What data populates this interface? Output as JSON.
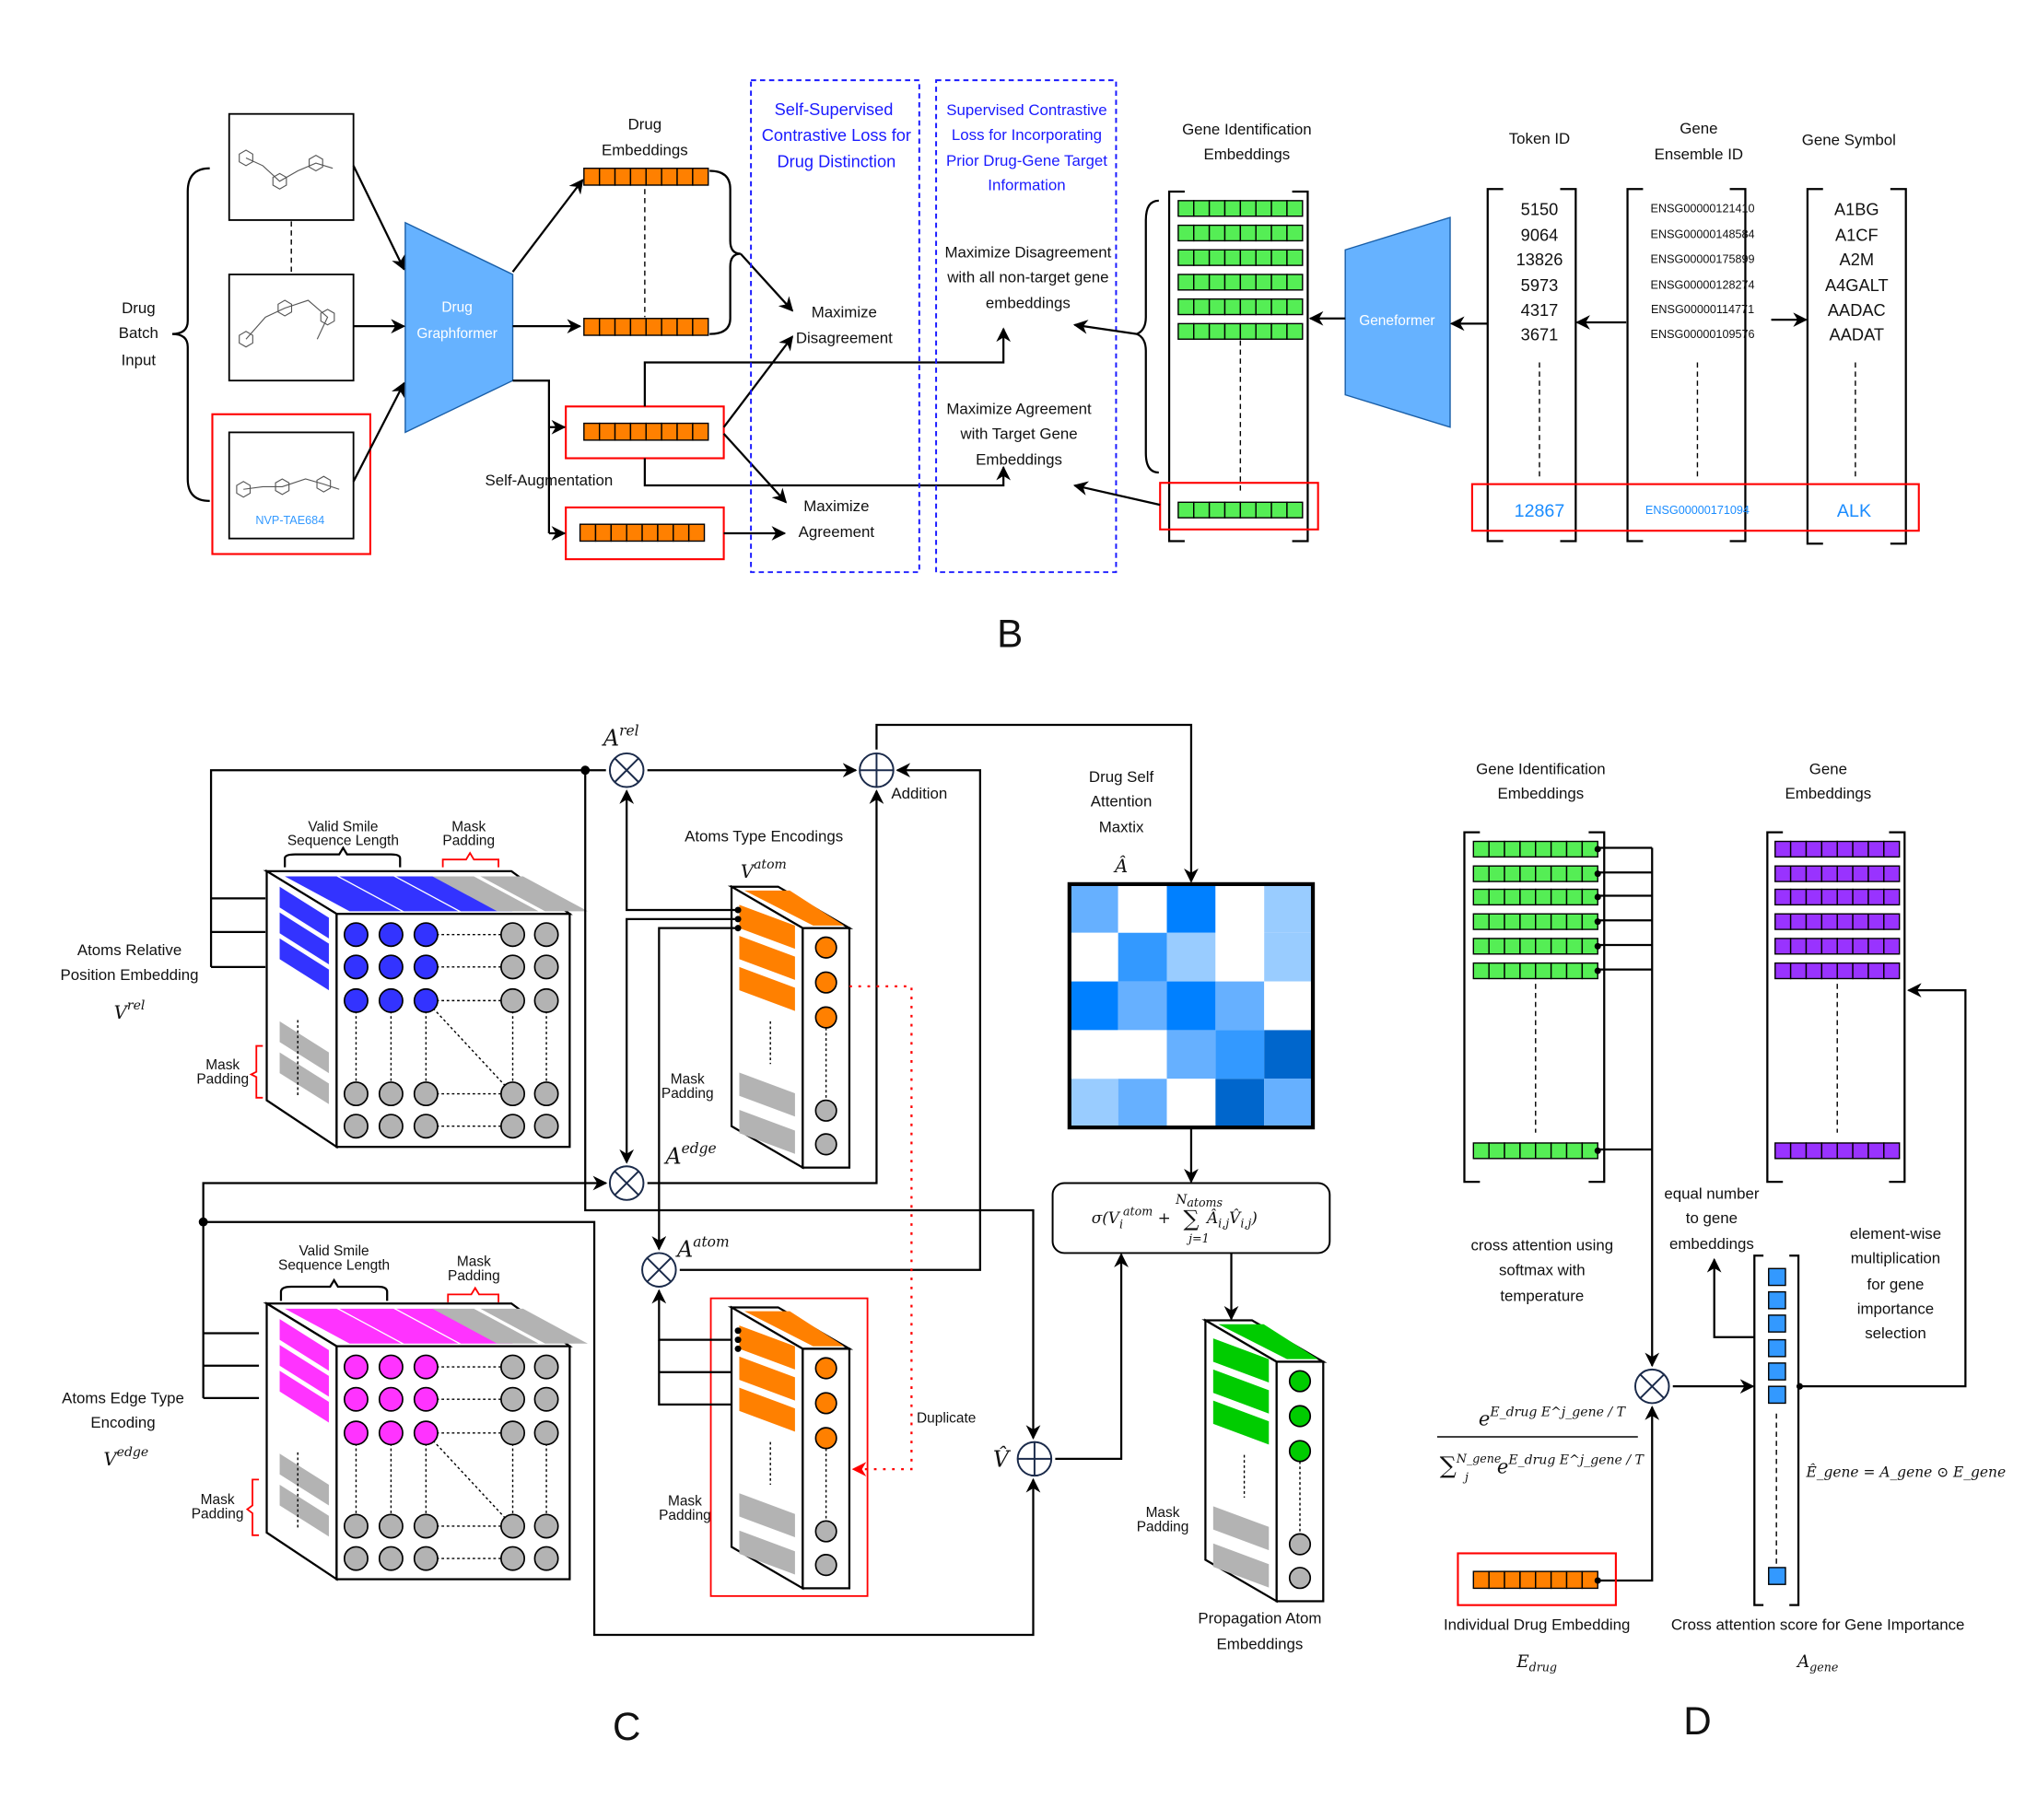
{
  "panel_labels": {
    "b": "B",
    "c": "C",
    "d": "D"
  },
  "colors": {
    "orange": "#ff8000",
    "green": "#55ee55",
    "purple": "#9933ff",
    "blue_atom": "#3333ff",
    "magenta": "#ff33ff",
    "gray": "#b3b3b3",
    "model_blue": "#66b2ff",
    "highlight_red": "#ff0000",
    "highlight_text": "#1a8cff",
    "box_blue": "#1a1aff",
    "vector_blue": "#3399ff",
    "prop_green": "#00cc00"
  },
  "panel_b": {
    "drug_batch_input": [
      "Drug",
      "Batch",
      "Input"
    ],
    "molecule_label": "NVP-TAE684",
    "drug_graphformer": [
      "Drug",
      "Graphformer"
    ],
    "drug_embeddings": [
      "Drug",
      "Embeddings"
    ],
    "self_augmentation": "Self-Augmentation",
    "self_supervised_box": [
      "Self-Supervised",
      "Contrastive Loss for",
      "Drug Distinction"
    ],
    "supervised_box": [
      "Supervised Contrastive",
      "Loss for Incorporating",
      "Prior Drug-Gene Target",
      "Information"
    ],
    "maximize_disagreement": [
      "Maximize",
      "Disagreement"
    ],
    "maximize_agreement": [
      "Maximize",
      "Agreement"
    ],
    "maximize_disagreement_genes": [
      "Maximize Disagreement",
      "with all non-target gene",
      "embeddings"
    ],
    "maximize_agreement_target": [
      "Maximize Agreement",
      "with Target Gene",
      "Embeddings"
    ],
    "gene_identification_embeddings": [
      "Gene Identification",
      "Embeddings"
    ],
    "geneformer": "Geneformer",
    "token_id": {
      "header": "Token ID",
      "values": [
        "5150",
        "9064",
        "13826",
        "5973",
        "4317",
        "3671"
      ],
      "highlight": "12867"
    },
    "gene_ensemble_id": {
      "header": [
        "Gene",
        "Ensemble ID"
      ],
      "values": [
        "ENSG00000121410",
        "ENSG00000148584",
        "ENSG00000175899",
        "ENSG00000128274",
        "ENSG00000114771",
        "ENSG00000109576"
      ],
      "highlight": "ENSG00000171094"
    },
    "gene_symbol": {
      "header": "Gene Symbol",
      "values": [
        "A1BG",
        "A1CF",
        "A2M",
        "A4GALT",
        "AADAC",
        "AADAT"
      ],
      "highlight": "ALK"
    }
  },
  "panel_c": {
    "valid_smile_length": [
      "Valid Smile",
      "Sequence Length"
    ],
    "mask_padding": [
      "Mask",
      "Padding"
    ],
    "atoms_relative_position": [
      "Atoms Relative",
      "Position Embedding"
    ],
    "atoms_edge_type": [
      "Atoms Edge Type",
      "Encoding"
    ],
    "atoms_type_encodings": "Atoms Type Encodings",
    "v_rel": {
      "base": "V",
      "sup": "rel"
    },
    "v_edge": {
      "base": "V",
      "sup": "edge"
    },
    "v_atom": {
      "base": "V",
      "sup": "atom"
    },
    "a_rel": {
      "base": "A",
      "sup": "rel"
    },
    "a_edge": {
      "base": "A",
      "sup": "edge"
    },
    "a_atom": {
      "base": "A",
      "sup": "atom"
    },
    "v_hat": "V̂",
    "a_hat": "Â",
    "addition": "Addition",
    "duplicate": "Duplicate",
    "drug_self_attention": [
      "Drug Self",
      "Attention",
      "Maxtix"
    ],
    "formula": {
      "pre": "σ(V",
      "sub": "i",
      "sup": "atom",
      "plus": " + ",
      "sum_top": "N",
      "sum_top_sub": "atoms",
      "sum": "∑",
      "sum_bottom": "j=1",
      "post": "Â",
      "post_sub": "i,j",
      "post2": "V̂",
      "post2_sub": "i,j",
      "close": ")"
    },
    "propagation": [
      "Propagation Atom",
      "Embeddings"
    ],
    "attention_matrix": [
      [
        0.6,
        0,
        1.0,
        0,
        0.4
      ],
      [
        0,
        0.8,
        0.4,
        0,
        0.4
      ],
      [
        1.0,
        0.6,
        1.0,
        0.6,
        0
      ],
      [
        0,
        0,
        0.6,
        0.8,
        1.2
      ],
      [
        0.4,
        0.6,
        0,
        1.2,
        0.6
      ]
    ]
  },
  "panel_d": {
    "gene_identification_embeddings": [
      "Gene Identification",
      "Embeddings"
    ],
    "gene_embeddings": [
      "Gene",
      "Embeddings"
    ],
    "cross_attention_text": [
      "cross attention using",
      "softmax with",
      "temperature"
    ],
    "equal_number_text": [
      "equal number",
      "to gene",
      "embeddings"
    ],
    "elementwise_text": [
      "element-wise",
      "multiplication",
      "for gene",
      "importance",
      "selection"
    ],
    "softmax_formula": {
      "num_base": "e",
      "num_sup": "E_drug E^j_gene / T",
      "den_sum": "∑",
      "den_sum_sup": "N_gene",
      "den_sum_sub": "j",
      "den_base": "e",
      "den_sup": "E_drug E^j_gene / T"
    },
    "individual_drug_embedding": "Individual Drug Embedding",
    "e_drug": {
      "base": "E",
      "sub": "drug"
    },
    "cross_attention_score": "Cross attention score for Gene Importance",
    "a_gene": {
      "base": "A",
      "sub": "gene"
    },
    "e_hat_formula": "Ê_gene = A_gene ⊙ E_gene"
  }
}
